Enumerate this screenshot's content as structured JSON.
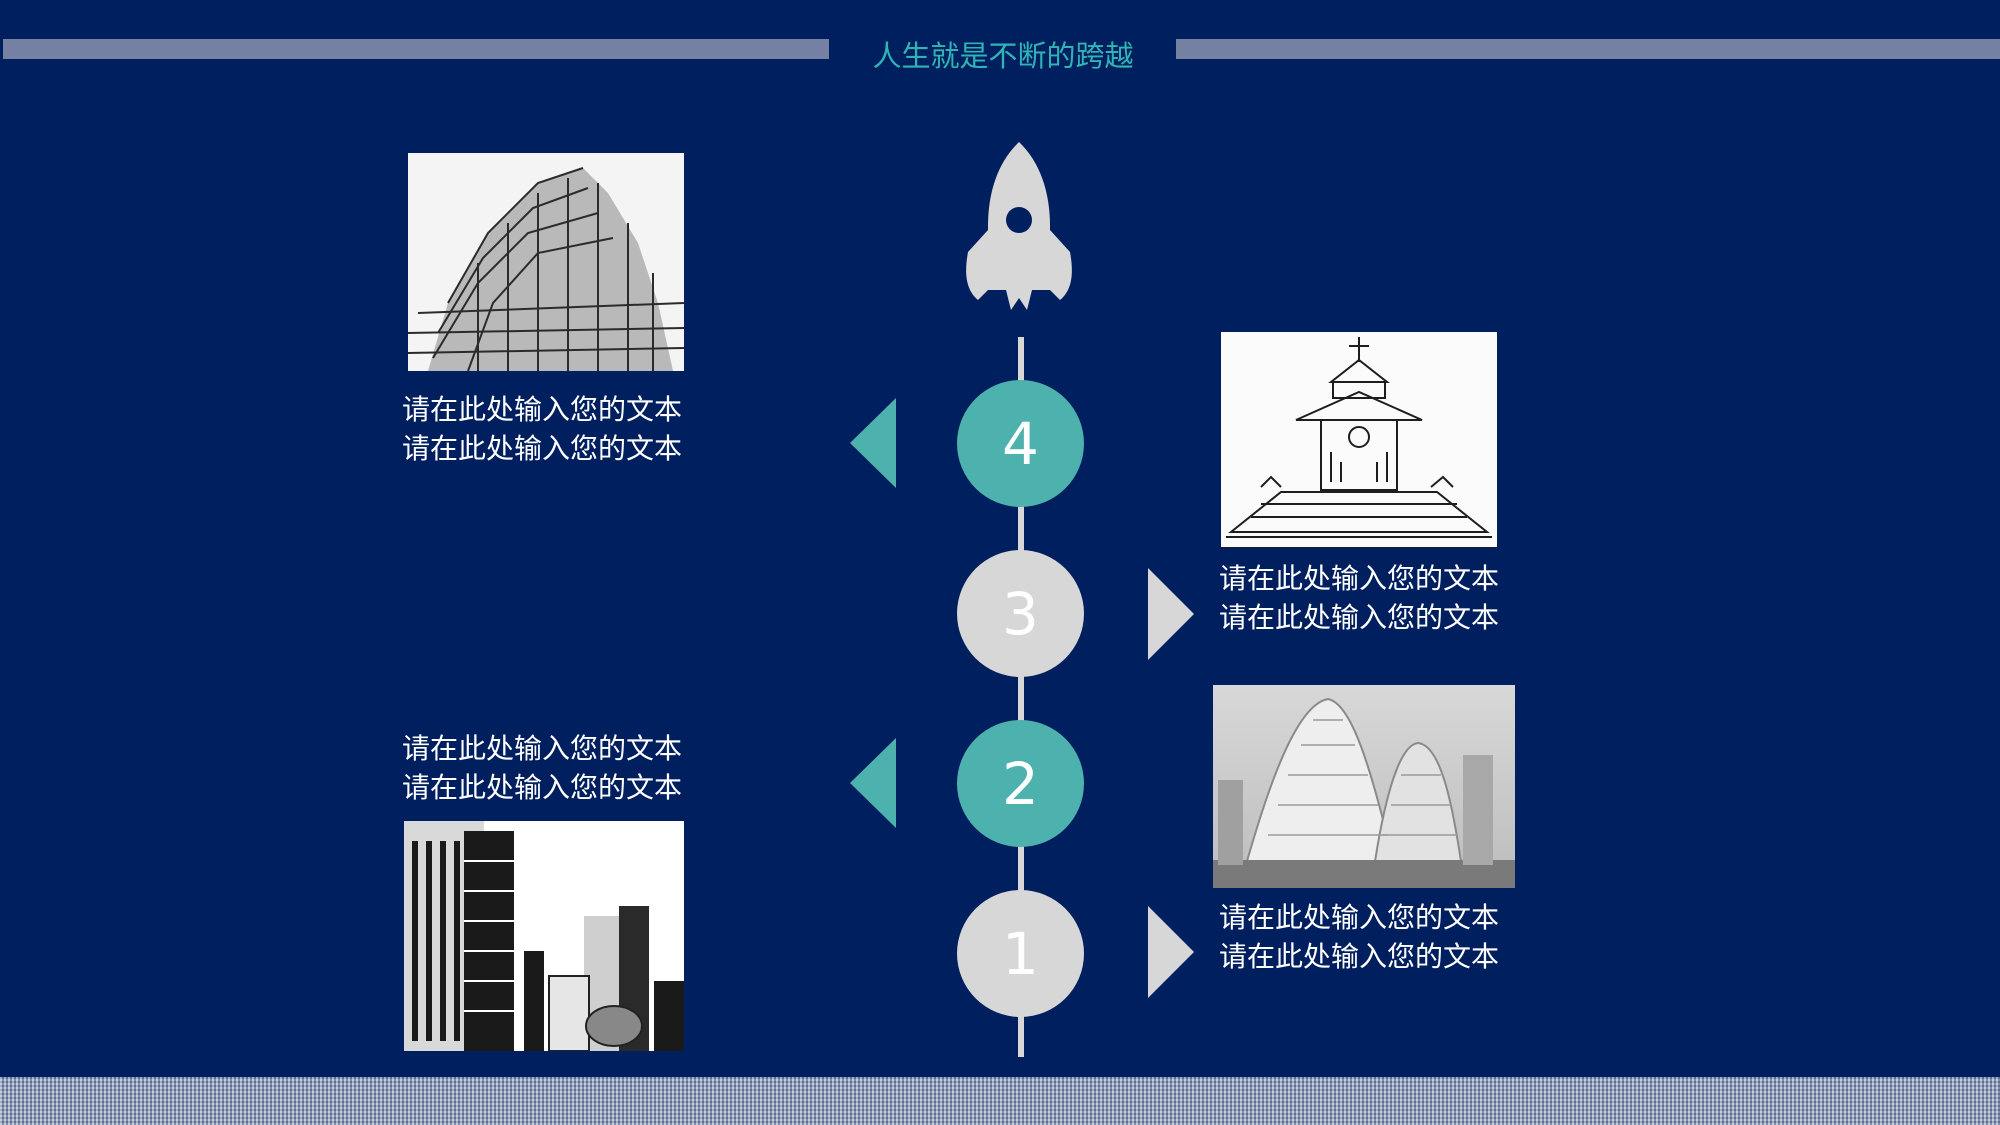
{
  "header": {
    "title": "人生就是不断的跨越"
  },
  "timeline": {
    "top_icon": "rocket-icon",
    "steps": [
      {
        "number": "4",
        "color": "#4db1ae",
        "side": "left",
        "caption_line1": "请在此处输入您的文本",
        "caption_line2": "请在此处输入您的文本"
      },
      {
        "number": "3",
        "color": "#d7d7d7",
        "side": "right",
        "caption_line1": "请在此处输入您的文本",
        "caption_line2": "请在此处输入您的文本"
      },
      {
        "number": "2",
        "color": "#4db1ae",
        "side": "left",
        "caption_line1": "请在此处输入您的文本",
        "caption_line2": "请在此处输入您的文本"
      },
      {
        "number": "1",
        "color": "#d7d7d7",
        "side": "right",
        "caption_line1": "请在此处输入您的文本",
        "caption_line2": "请在此处输入您的文本"
      }
    ]
  },
  "colors": {
    "background": "#001f5f",
    "accent_teal": "#4db1ae",
    "neutral_gray": "#d7d7d7",
    "header_bar": "#7481a3",
    "title_color": "#2fb4b6"
  }
}
